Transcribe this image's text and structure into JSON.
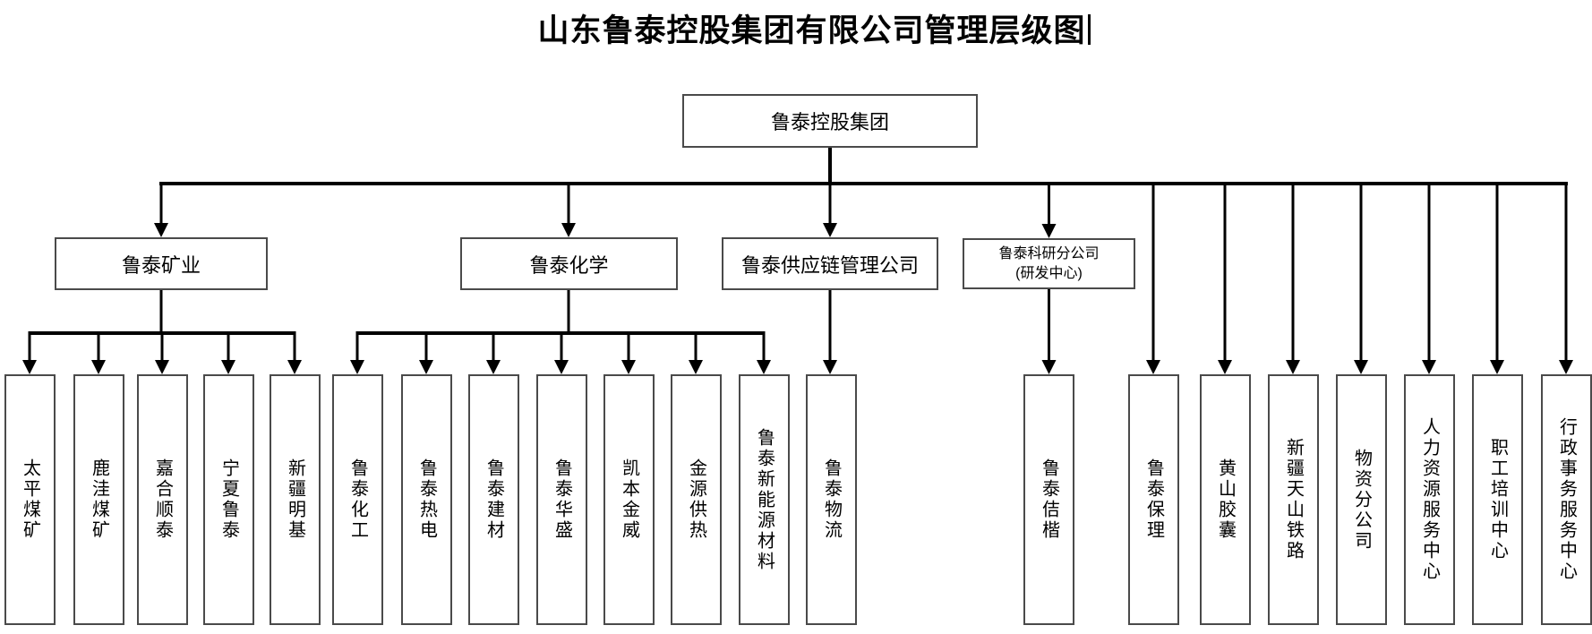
{
  "title": "山东鲁泰控股集团有限公司管理层级图",
  "org": {
    "root": {
      "label": "鲁泰控股集团"
    },
    "branches": [
      {
        "label": "鲁泰矿业",
        "children": [
          "太平煤矿",
          "鹿洼煤矿",
          "嘉合顺泰",
          "宁夏鲁泰",
          "新疆明基"
        ]
      },
      {
        "label": "鲁泰化学",
        "children": [
          "鲁泰化工",
          "鲁泰热电",
          "鲁泰建材",
          "鲁泰华盛",
          "凯本金威",
          "金源供热",
          "鲁泰新能源材料"
        ]
      },
      {
        "label": "鲁泰供应链管理公司",
        "children": [
          "鲁泰物流"
        ]
      },
      {
        "label": "鲁泰科研分公司",
        "sublabel": "(研发中心)",
        "children": [
          "鲁泰佶楷"
        ]
      }
    ],
    "direct_children": [
      "鲁泰保理",
      "黄山胶囊",
      "新疆天山铁路",
      "物资分公司",
      "人力资源服务中心",
      "职工培训中心",
      "行政事务服务中心"
    ],
    "colors": {
      "line": "#000000",
      "box_border": "#4a4a4a",
      "background": "#ffffff",
      "text": "#000000"
    }
  }
}
